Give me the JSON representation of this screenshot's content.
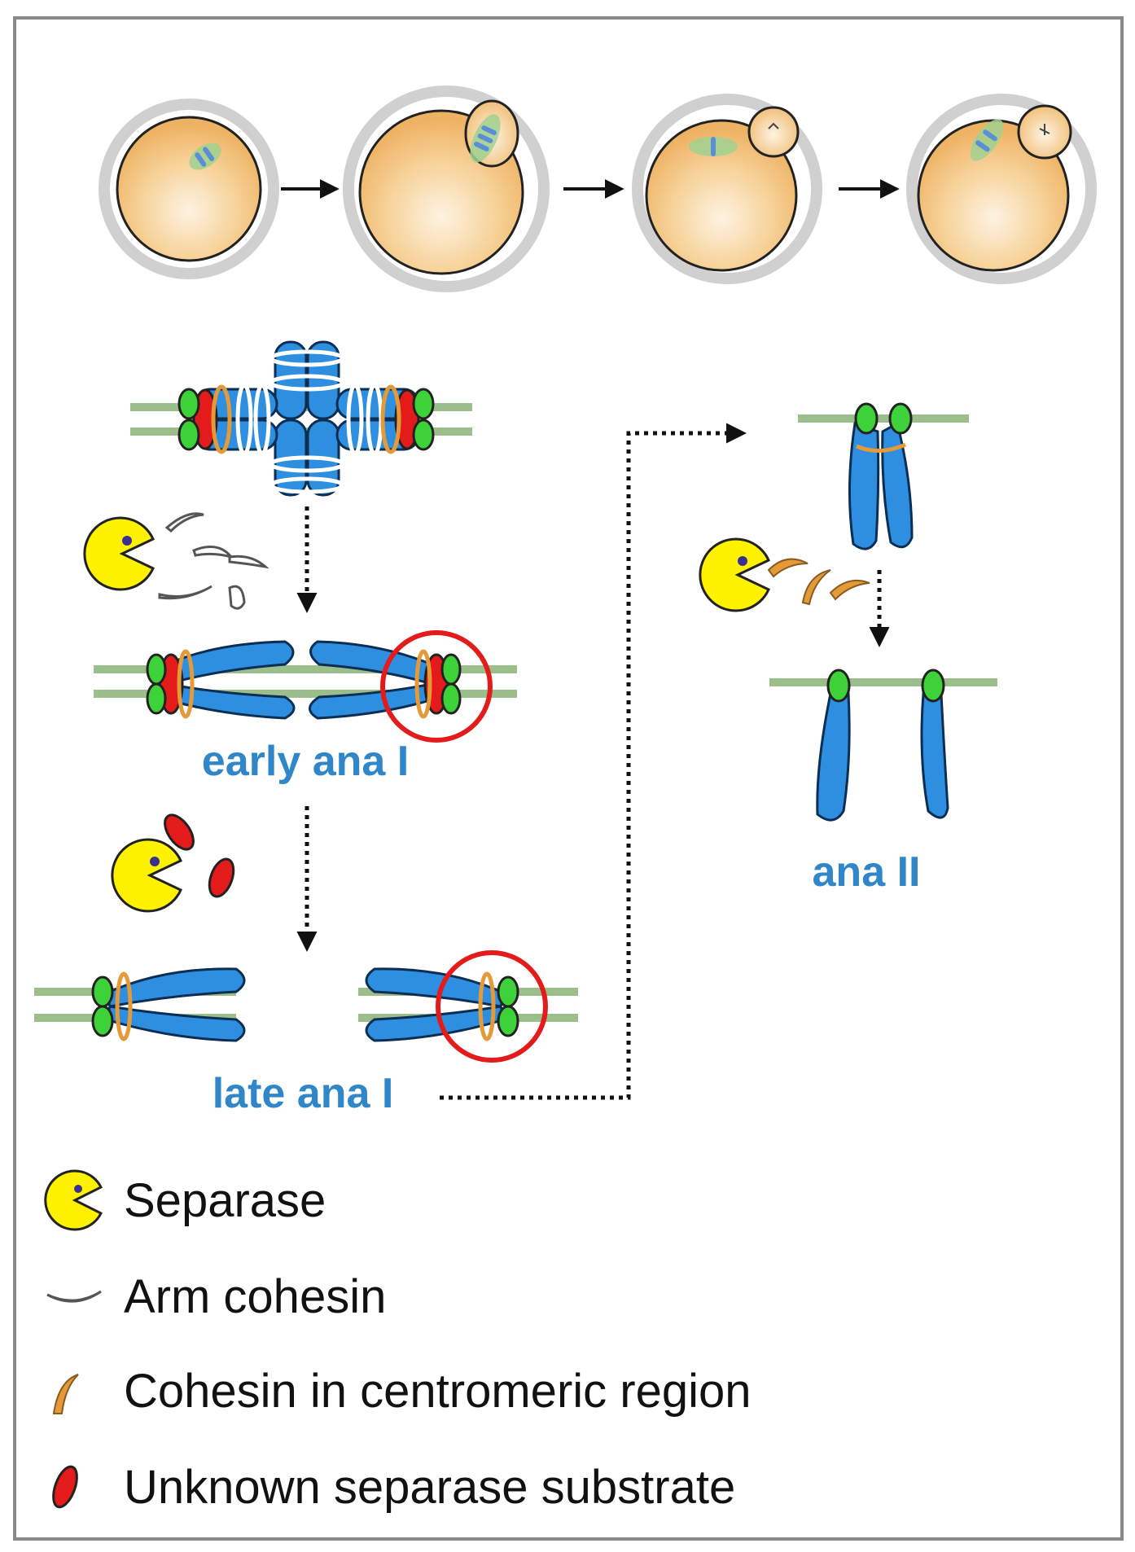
{
  "stage_labels": {
    "early_ana_I": "early ana I",
    "late_ana_I": "late ana I",
    "ana_II": "ana II"
  },
  "legend": [
    {
      "icon": "separase-icon",
      "label": "Separase"
    },
    {
      "icon": "arm-cohesin-icon",
      "label": "Arm cohesin"
    },
    {
      "icon": "centromeric-cohesin-icon",
      "label": "Cohesin in centromeric region"
    },
    {
      "icon": "separase-substrate-icon",
      "label": "Unknown separase substrate"
    }
  ],
  "colors": {
    "cell": "#f3bd72",
    "cell_wall": "#d4d4d4",
    "chromosome": "#2e8fe0",
    "kinetochore": "#3ed23a",
    "spindle": "#9bbf8a",
    "separase": "#fff200",
    "centromeric_cohesin": "#e59a3a",
    "substrate": "#e31b1b",
    "highlight_circle": "#e31b1b",
    "label_blue": "#2f86c8"
  }
}
